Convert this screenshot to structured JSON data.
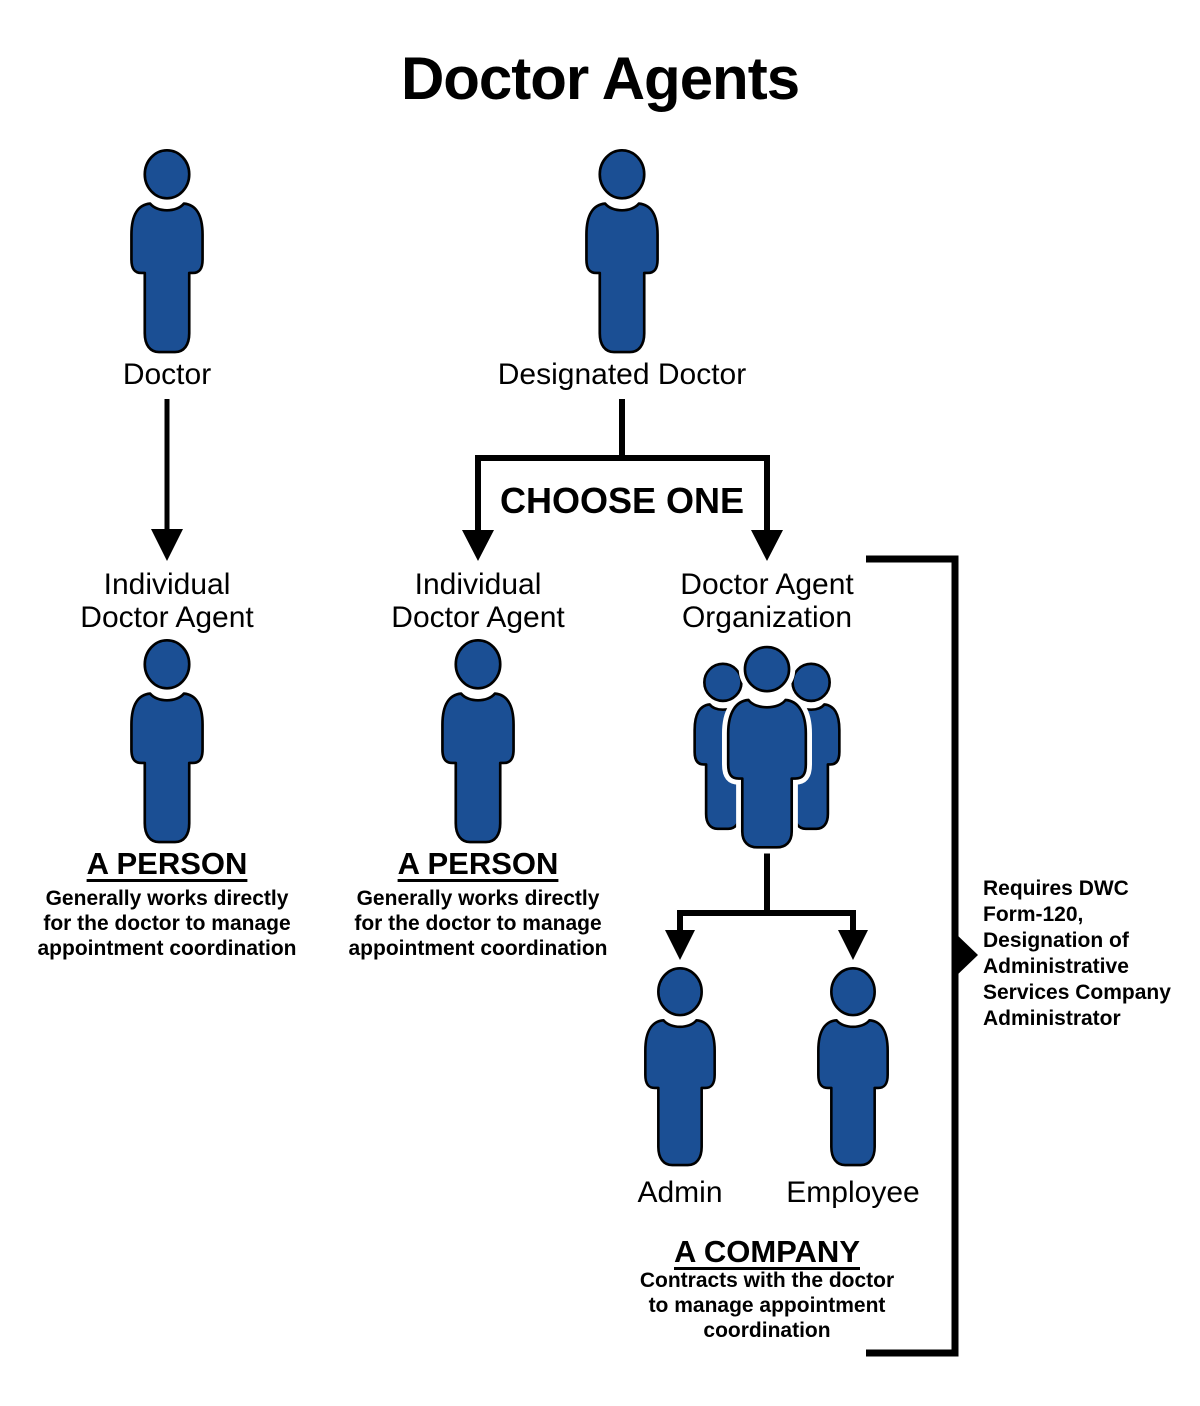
{
  "title": "Doctor Agents",
  "colors": {
    "person-fill": "#1B4F94",
    "outline": "#000000",
    "background": "#FFFFFF",
    "text-color": "#000000"
  },
  "top": {
    "doctor_label": "Doctor",
    "designated_label": "Designated Doctor",
    "choose_one_label": "CHOOSE ONE"
  },
  "columns": [
    {
      "label_lines": [
        "Individual",
        "Doctor Agent"
      ],
      "heading": "A PERSON",
      "description_lines": [
        "Generally works directly",
        "for the doctor to manage",
        "appointment coordination"
      ]
    },
    {
      "label_lines": [
        "Individual",
        "Doctor Agent"
      ],
      "heading": "A PERSON",
      "description_lines": [
        "Generally works directly",
        "for the doctor to manage",
        "appointment coordination"
      ]
    },
    {
      "label_lines": [
        "Doctor Agent",
        "Organization"
      ],
      "heading": "A COMPANY",
      "description_lines": [
        "Contracts with the doctor",
        "to manage appointment",
        "coordination"
      ],
      "children": [
        {
          "label": "Admin"
        },
        {
          "label": "Employee"
        }
      ]
    }
  ],
  "side_note": {
    "lines": [
      "Requires DWC",
      "Form-120,",
      "Designation of",
      "Administrative",
      "Services Company",
      "Administrator"
    ]
  },
  "icons": {
    "doctor": "person-icon",
    "designated_doctor": "person-icon",
    "individual_doctor_agent": "person-icon",
    "organization": "people-group-icon",
    "admin": "person-icon",
    "employee": "person-icon"
  }
}
